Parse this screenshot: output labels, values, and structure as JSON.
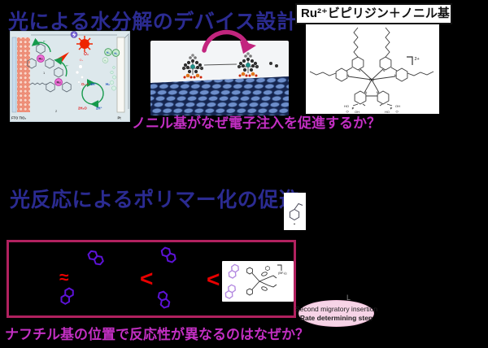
{
  "page": {
    "background": "#000000"
  },
  "water_splitting": {
    "title": "光による水分解のデバイス設計",
    "question": "ノニル基がなぜ電子注入を促進するか？",
    "cell": {
      "fto_label": "FTO TiO₂",
      "pt_label": "Pt",
      "electron": "e⁻",
      "o2": "O₂",
      "h2": "H₂",
      "cycle_o2": "O₂ +",
      "cycle_4h": "4H⁺",
      "cycle_h2": "H₂",
      "cycle_water": "2H₂O",
      "cycle_protons": "2H⁺",
      "complex1_label": "1",
      "complex2_label": "2",
      "metal": "Ru"
    },
    "ru_panel": {
      "header": "Ru²⁺ビピリジン＋ノニル基",
      "charge": "2+",
      "metal": "Ru",
      "nitrogen": "N",
      "ho": "HO",
      "oh": "OH",
      "p": "P",
      "o": "O"
    }
  },
  "polymerization": {
    "title": "光反応によるポリマー化の促進",
    "question": "ナフチル基の位置で反応性が異なるのはなぜか？",
    "comparison": {
      "approx": "≈",
      "less_than": "<",
      "counterion": "(BF₄)₂"
    },
    "annotation": {
      "l_label": "L",
      "line1": "Second migratory insertion",
      "line2": "Rate determining step"
    }
  }
}
